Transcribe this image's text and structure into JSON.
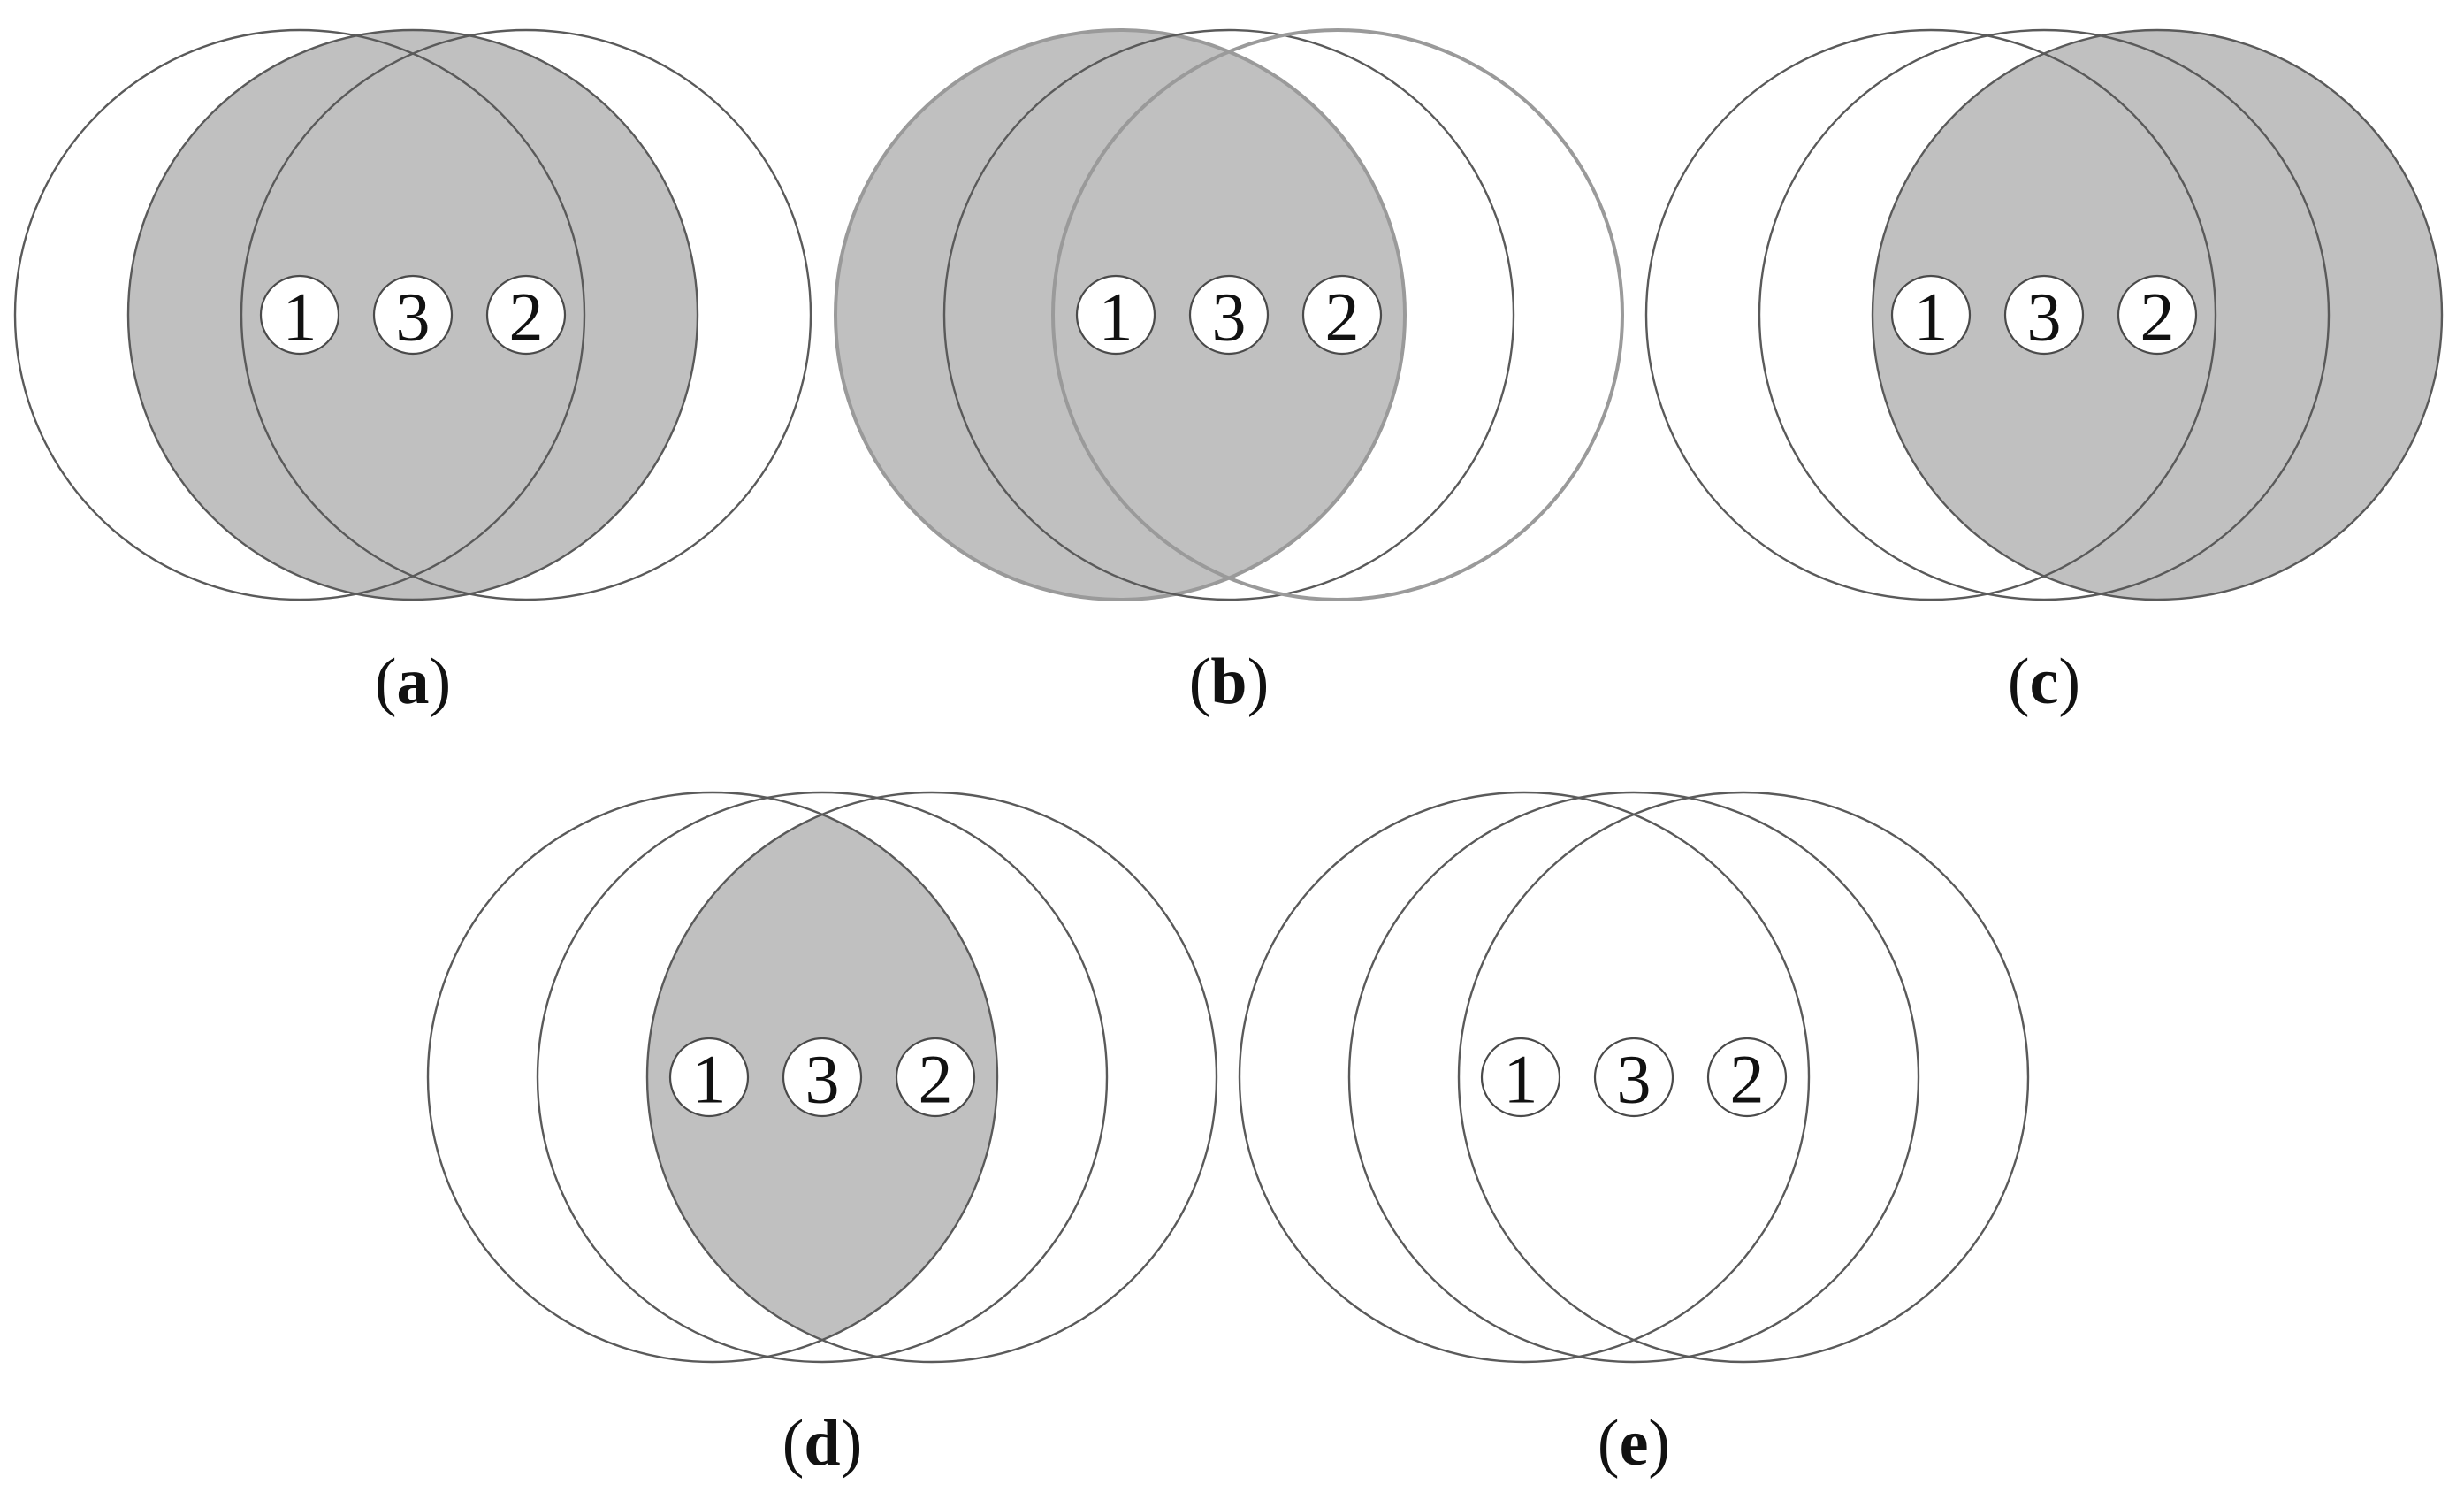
{
  "colors": {
    "shade": "#c0c0c0",
    "outline": "#5a5a5a",
    "outline_light": "#9a9a9a",
    "background": "#ffffff",
    "text": "#111111"
  },
  "node_labels": [
    "1",
    "3",
    "2"
  ],
  "panels": [
    {
      "id": "a",
      "caption_open": "(",
      "caption_letter": "a",
      "caption_close": ")",
      "shaded_region": "middle-circle"
    },
    {
      "id": "b",
      "caption_open": "(",
      "caption_letter": "b",
      "caption_close": ")",
      "shaded_region": "left-circle"
    },
    {
      "id": "c",
      "caption_open": "(",
      "caption_letter": "c",
      "caption_close": ")",
      "shaded_region": "right-circle"
    },
    {
      "id": "d",
      "caption_open": "(",
      "caption_letter": "d",
      "caption_close": ")",
      "shaded_region": "left-right-intersection"
    },
    {
      "id": "e",
      "caption_open": "(",
      "caption_letter": "e",
      "caption_close": ")",
      "shaded_region": "outside-middle-in-left-and-right"
    }
  ]
}
